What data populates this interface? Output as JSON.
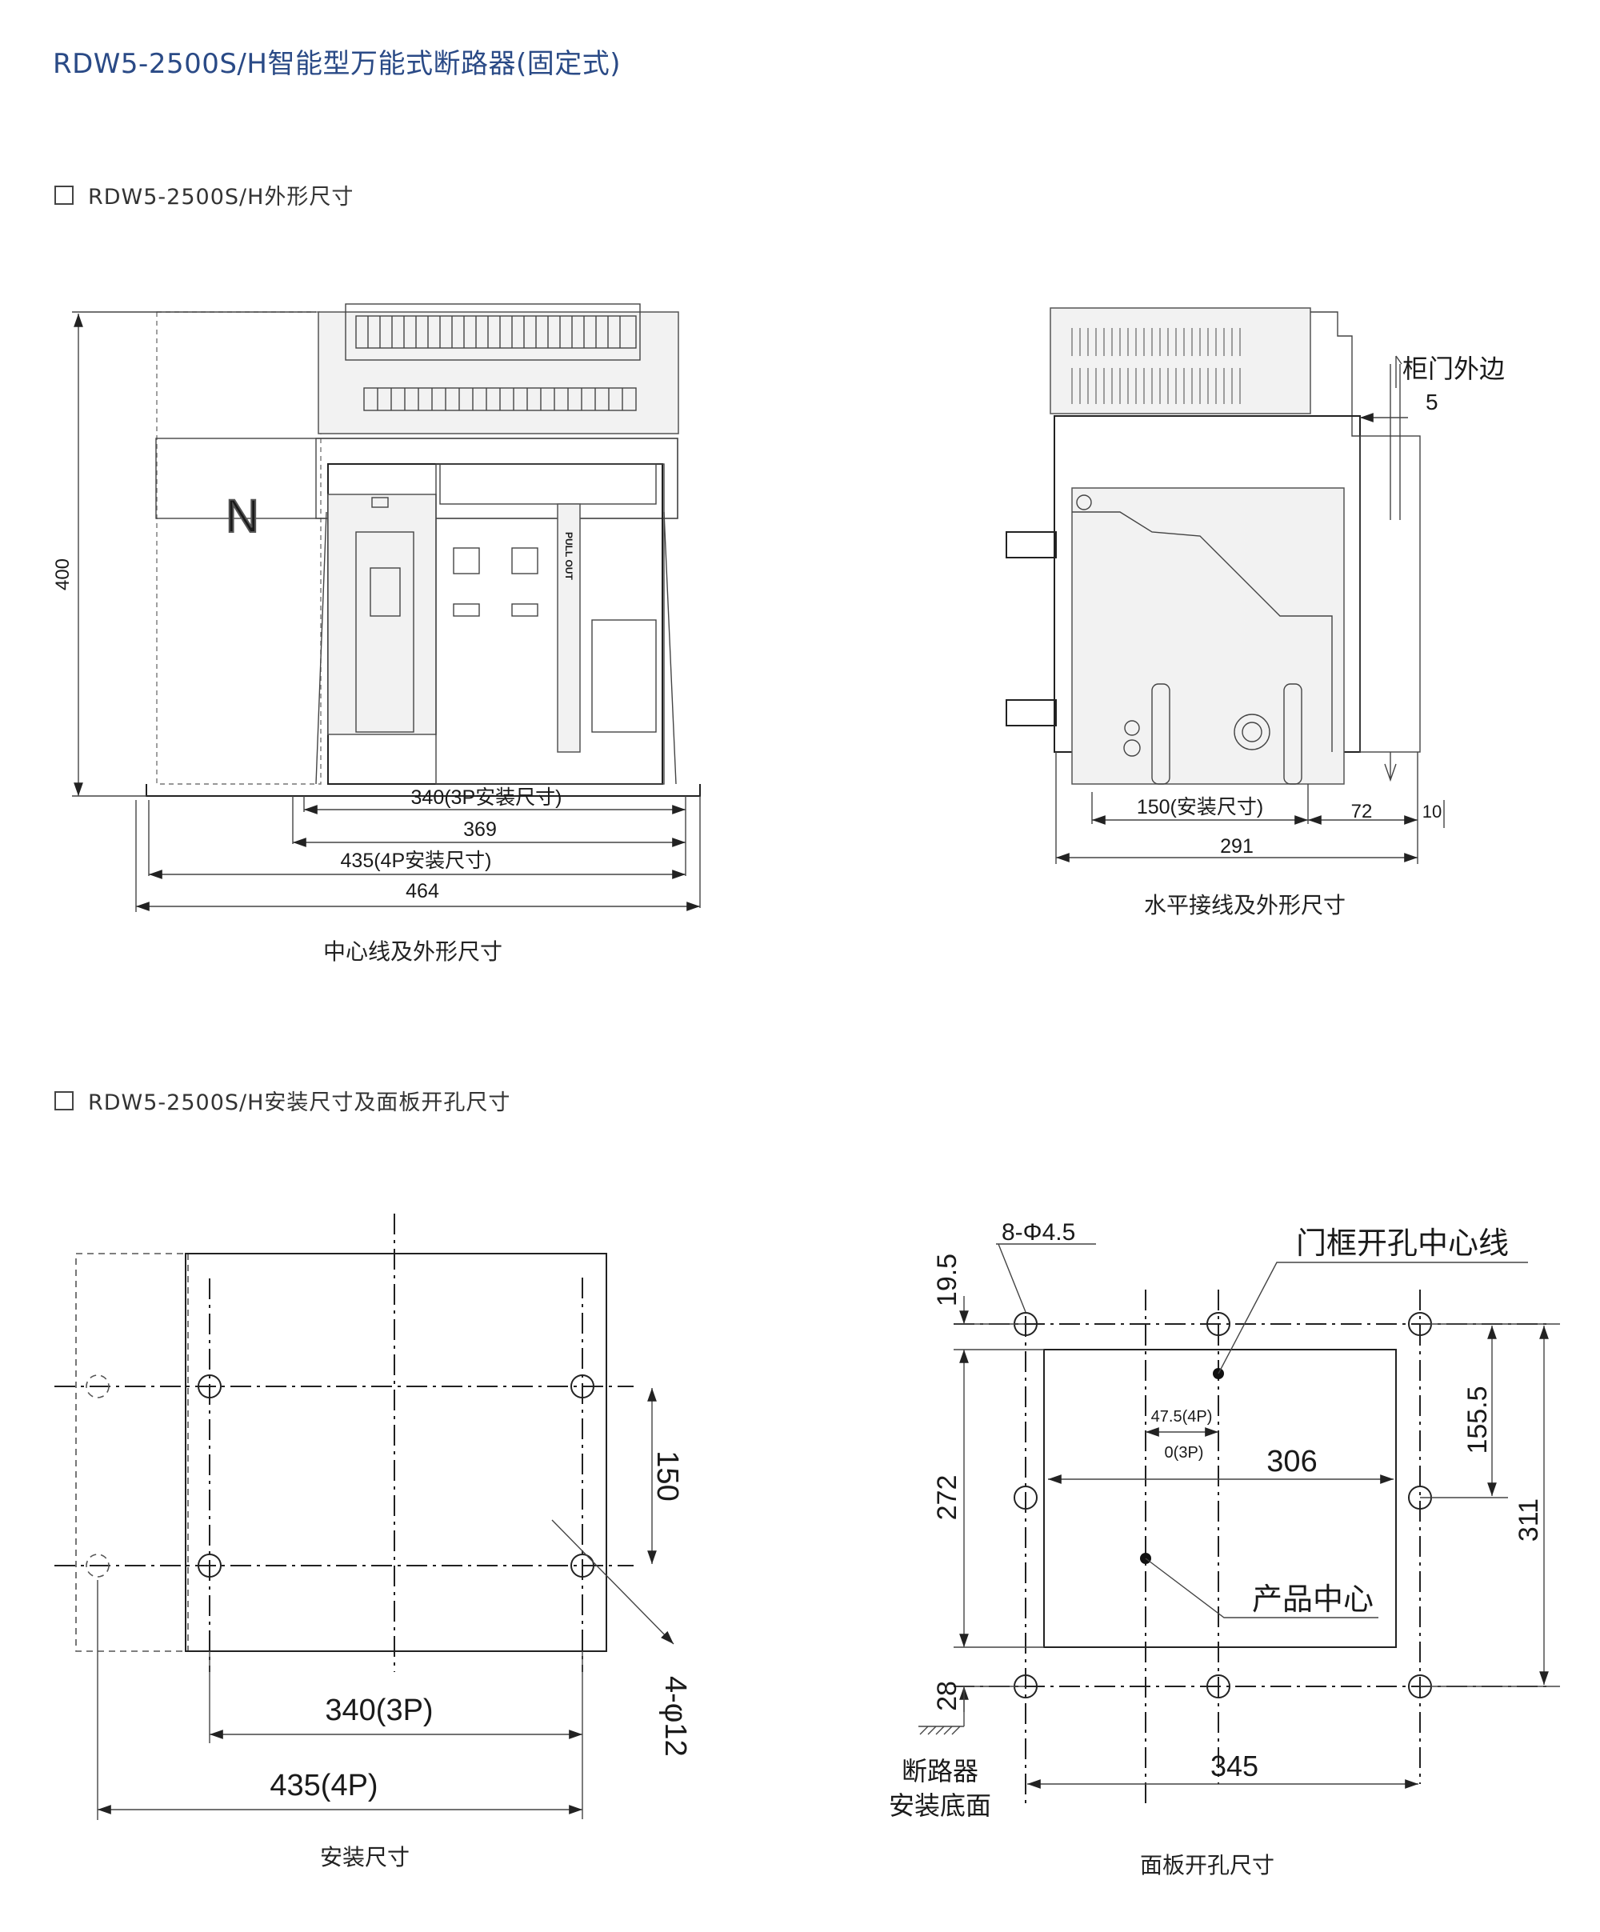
{
  "page_title": "RDW5-2500S/H智能型万能式断路器(固定式)",
  "sections": {
    "outline": "RDW5-2500S/H外形尺寸",
    "mounting": "RDW5-2500S/H安装尺寸及面板开孔尺寸"
  },
  "front_view": {
    "caption": "中心线及外形尺寸",
    "height": "400",
    "n_label": "N",
    "pull_out": "PULL OUT",
    "dim_340": "340(3P安装尺寸)",
    "dim_369": "369",
    "dim_435": "435(4P安装尺寸)",
    "dim_464": "464"
  },
  "side_view": {
    "caption": "水平接线及外形尺寸",
    "door_edge": "柜门外边",
    "dim_5": "5",
    "dim_150": "150(安装尺寸)",
    "dim_72": "72",
    "dim_10": "10",
    "dim_291": "291"
  },
  "mounting_view": {
    "caption": "安装尺寸",
    "dim_150": "150",
    "dim_340": "340(3P)",
    "dim_435": "435(4P)",
    "holes": "4-φ12"
  },
  "panel_view": {
    "caption": "面板开孔尺寸",
    "holes": "8-Φ4.5",
    "frame_center": "门框开孔中心线",
    "product_center": "产品中心",
    "dim_19_5": "19.5",
    "dim_272": "272",
    "dim_28": "28",
    "dim_155_5": "155.5",
    "dim_311": "311",
    "dim_306": "306",
    "dim_47_5": "47.5(4P)",
    "dim_0": "0(3P)",
    "dim_345": "345",
    "base_label_1": "断路器",
    "base_label_2": "安装底面"
  }
}
